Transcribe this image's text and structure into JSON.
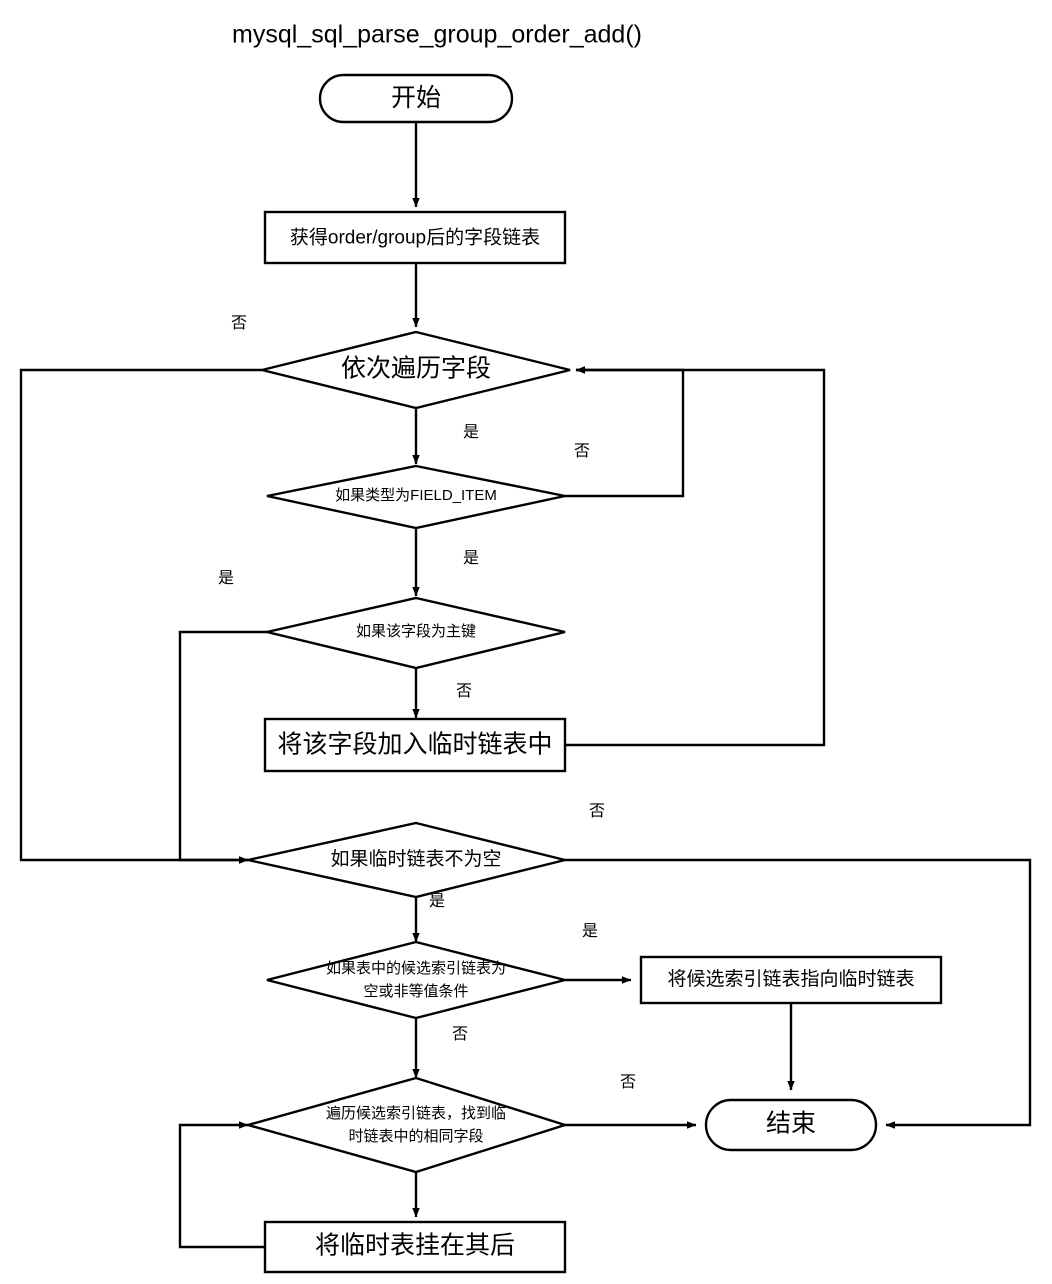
{
  "diagram": {
    "title": "mysql_sql_parse_group_order_add()",
    "type": "flowchart",
    "nodes": {
      "start": {
        "label": "开始",
        "shape": "terminator"
      },
      "get_fields": {
        "label": "获得order/group后的字段链表",
        "shape": "process"
      },
      "iterate_fields": {
        "label": "依次遍历字段",
        "shape": "decision"
      },
      "is_field_item": {
        "label": "如果类型为FIELD_ITEM",
        "shape": "decision"
      },
      "is_primary_key": {
        "label": "如果该字段为主键",
        "shape": "decision"
      },
      "add_to_temp_list": {
        "label": "将该字段加入临时链表中",
        "shape": "process"
      },
      "temp_not_empty": {
        "label": "如果临时链表不为空",
        "shape": "decision"
      },
      "cand_index_empty": {
        "label_line1": "如果表中的候选索引链表为",
        "label_line2": "空或非等值条件",
        "shape": "decision"
      },
      "point_cand_to_temp": {
        "label": "将候选索引链表指向临时链表",
        "shape": "process"
      },
      "find_same_field": {
        "label_line1": "遍历候选索引链表，找到临",
        "label_line2": "时链表中的相同字段",
        "shape": "decision"
      },
      "append_temp_table": {
        "label": "将临时表挂在其后",
        "shape": "process"
      },
      "end": {
        "label": "结束",
        "shape": "terminator"
      }
    },
    "edge_labels": {
      "iterate_no": "否",
      "iterate_yes": "是",
      "field_item_no": "否",
      "field_item_yes": "是",
      "primary_key_yes": "是",
      "primary_key_no": "否",
      "temp_not_empty_no": "否",
      "temp_not_empty_yes": "是",
      "cand_index_yes": "是",
      "cand_index_no": "否",
      "find_same_no": "否"
    },
    "colors": {
      "stroke": "#000000",
      "fill": "#ffffff",
      "text": "#000000",
      "background": "#ffffff"
    }
  }
}
